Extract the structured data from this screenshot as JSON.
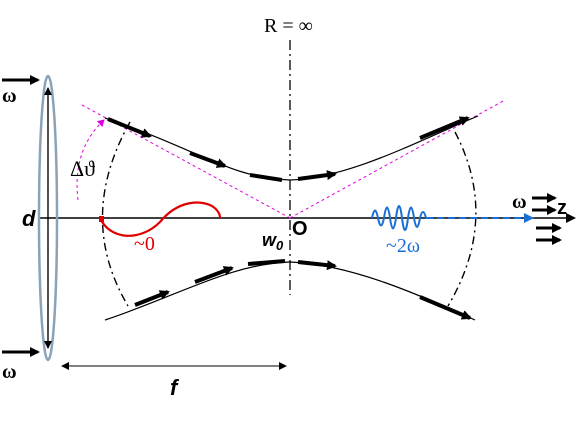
{
  "labels": {
    "radius": "R = ∞",
    "omega_top_left": "ω",
    "omega_bottom_left": "ω",
    "omega_right": "ω",
    "axis": "z",
    "aperture": "d",
    "angle": "Δϑ",
    "waist": "w",
    "waist_sub": "0",
    "origin": "O",
    "red_phase": "~0",
    "blue_freq": "~2ω",
    "focal": "f"
  },
  "colors": {
    "lens_outline": "#8aa3b8",
    "red": "#e00000",
    "blue": "#1a6fd6",
    "magenta": "#e000e0",
    "black": "#000000"
  }
}
